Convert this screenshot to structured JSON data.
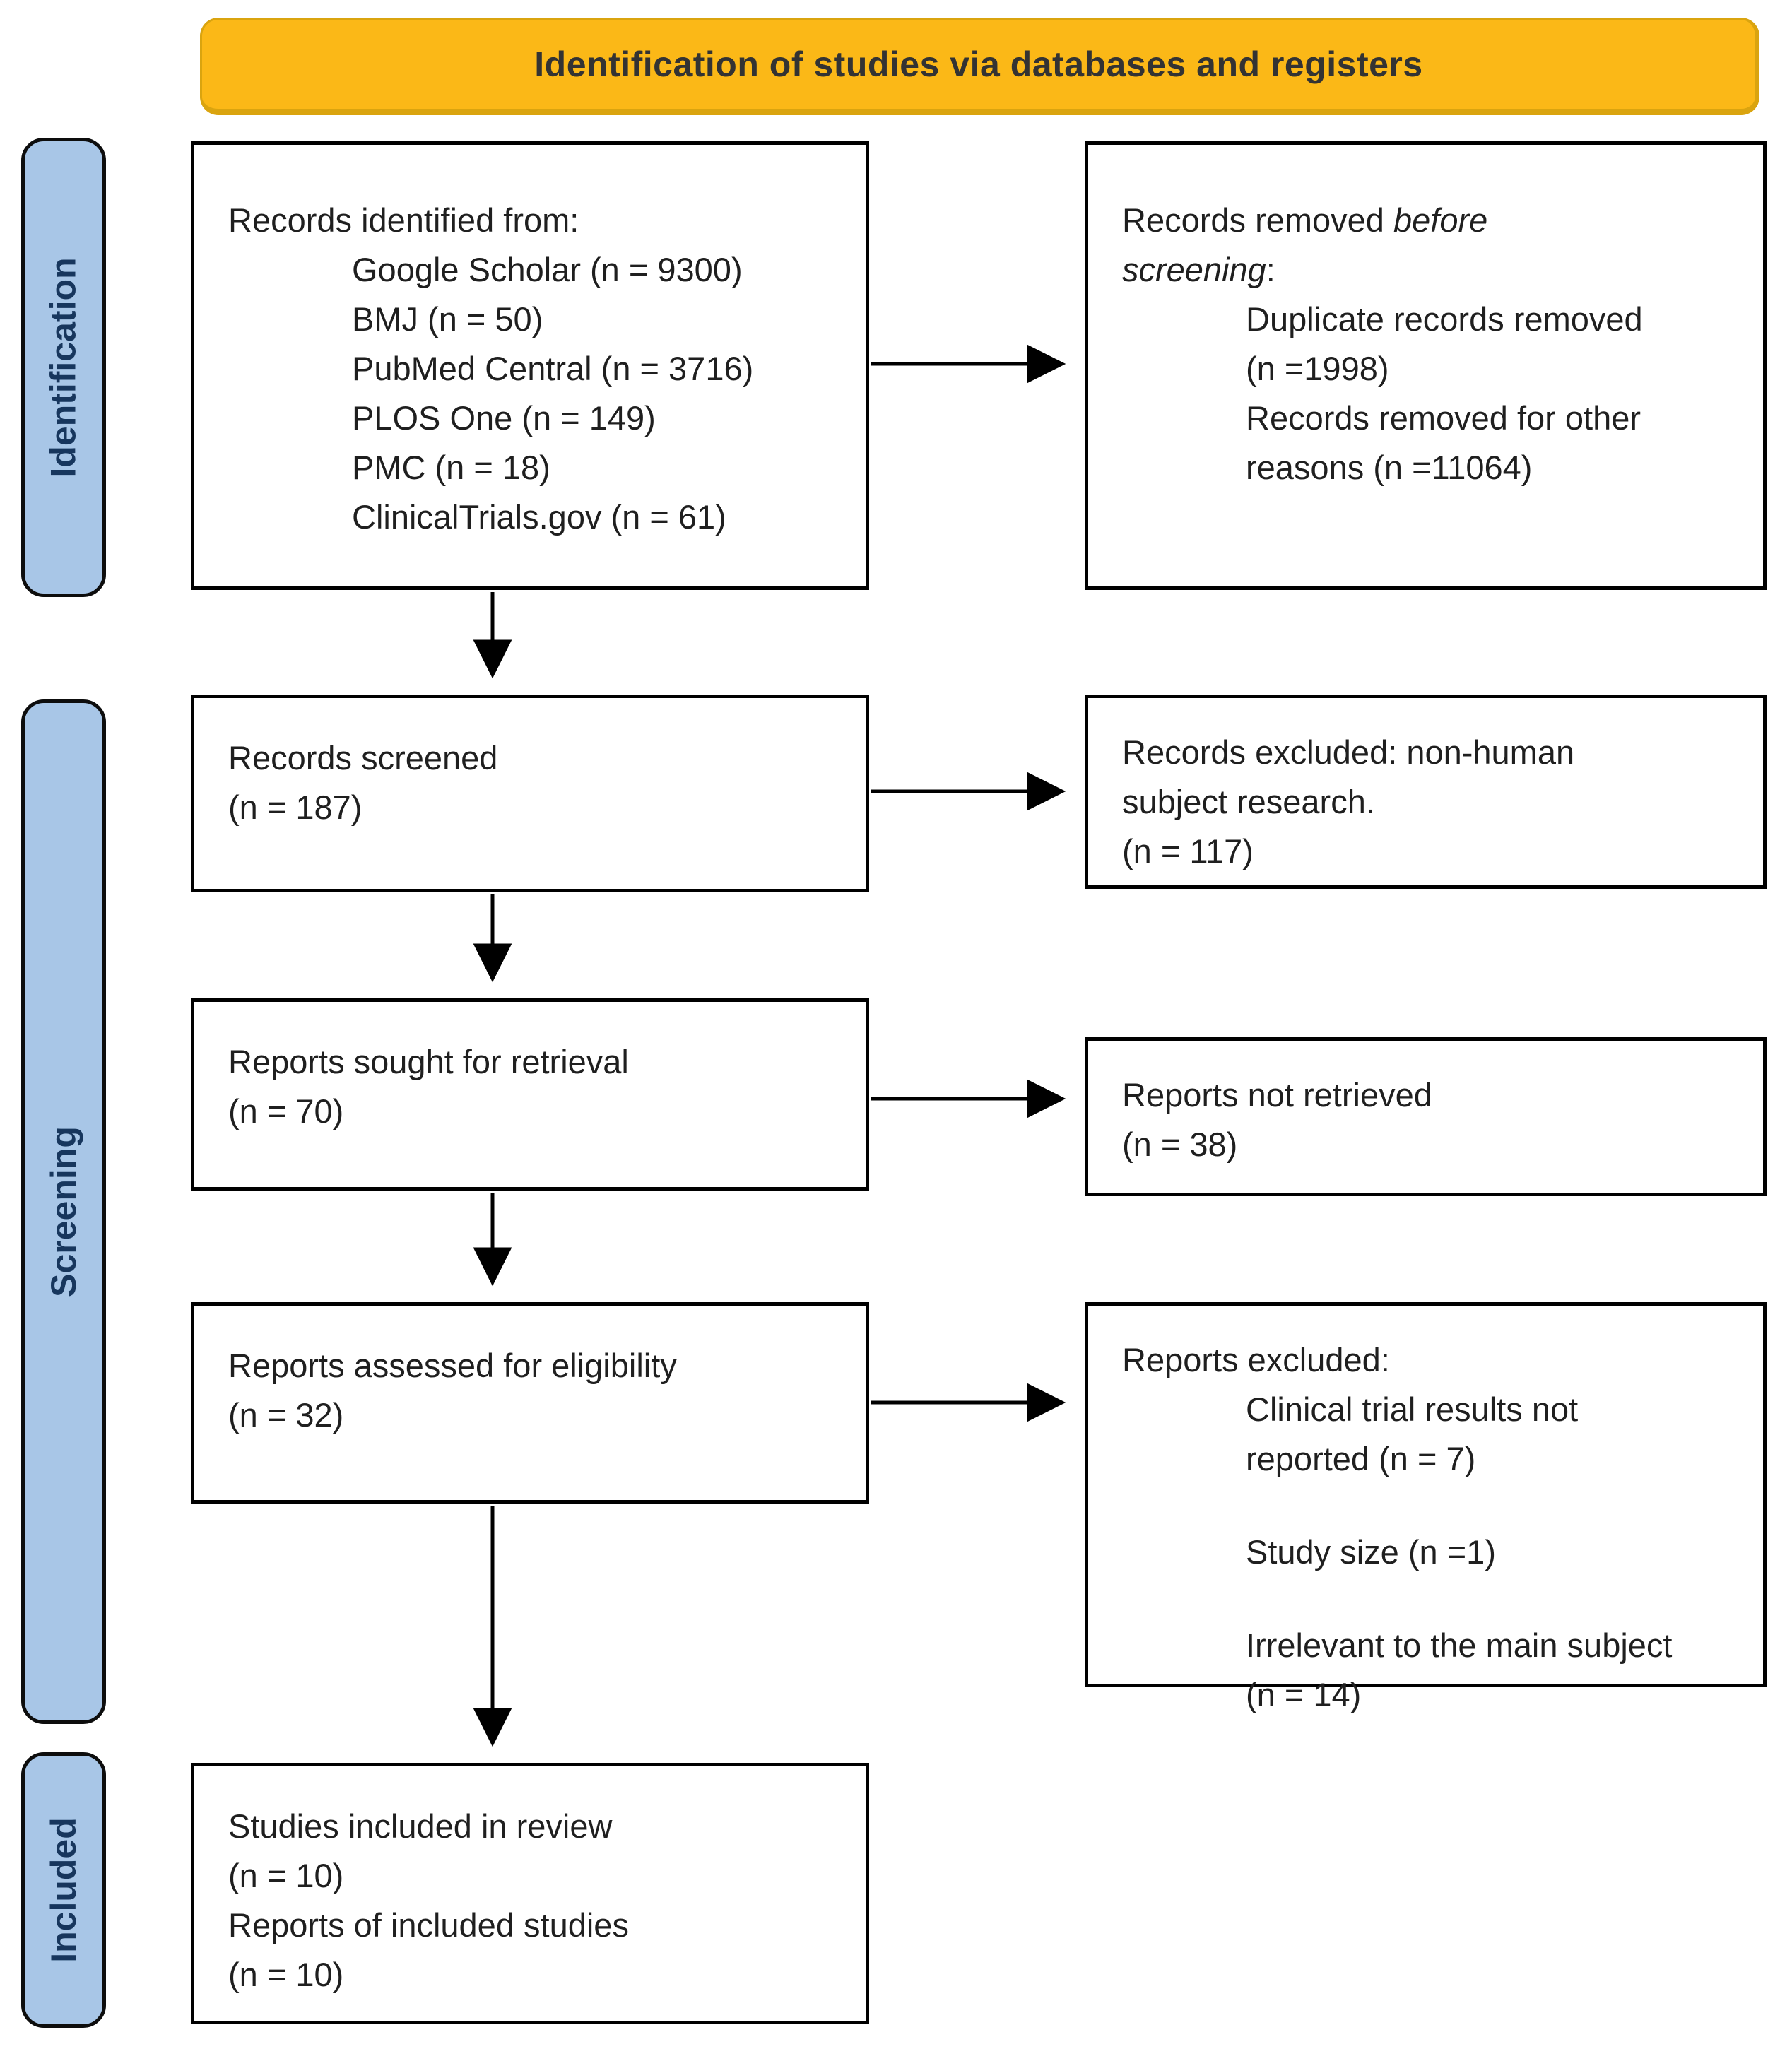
{
  "banner": {
    "title": "Identification of studies via databases and registers"
  },
  "stage_labels": {
    "identification": "Identification",
    "screening": "Screening",
    "included": "Included"
  },
  "colors": {
    "banner_bg": "#FBB817",
    "stage_bg": "#A8C6E7",
    "stage_text": "#17365D",
    "box_border": "#000000",
    "arrow": "#000000"
  },
  "boxes": {
    "records_identified": {
      "title": "Records identified from:",
      "items": [
        "Google Scholar (n = 9300)",
        "BMJ (n = 50)",
        "PubMed Central (n = 3716)",
        "PLOS One (n = 149)",
        "PMC (n = 18)",
        "ClinicalTrials.gov (n = 61)"
      ]
    },
    "records_removed": {
      "title_line1_normal": "Records removed ",
      "title_line1_italic": "before",
      "title_line2_italic": "screening",
      "title_line2_end": ":",
      "items": [
        [
          "Duplicate records removed",
          "(n =1998)"
        ],
        [
          "Records removed for other",
          "reasons (n =11064)"
        ]
      ]
    },
    "records_screened": {
      "lines": [
        "Records screened",
        "(n = 187)"
      ]
    },
    "records_excluded": {
      "lines": [
        "Records excluded: non-human",
        "subject research.",
        "(n = 117)"
      ]
    },
    "reports_sought": {
      "lines": [
        "Reports sought for retrieval",
        "(n = 70)"
      ]
    },
    "reports_not_retrieved": {
      "lines": [
        "Reports not retrieved",
        "(n = 38)"
      ]
    },
    "reports_assessed": {
      "lines": [
        "Reports assessed for eligibility",
        "(n = 32)"
      ]
    },
    "reports_excluded": {
      "title": "Reports excluded:",
      "items": [
        [
          "Clinical trial results not",
          "reported (n = 7)"
        ],
        [
          "Study size (n =1)"
        ],
        [
          "Irrelevant to the main subject",
          "(n = 14)"
        ]
      ]
    },
    "studies_included": {
      "lines": [
        "Studies included in review",
        "(n = 10)",
        "Reports of included studies",
        "(n = 10)"
      ]
    }
  }
}
